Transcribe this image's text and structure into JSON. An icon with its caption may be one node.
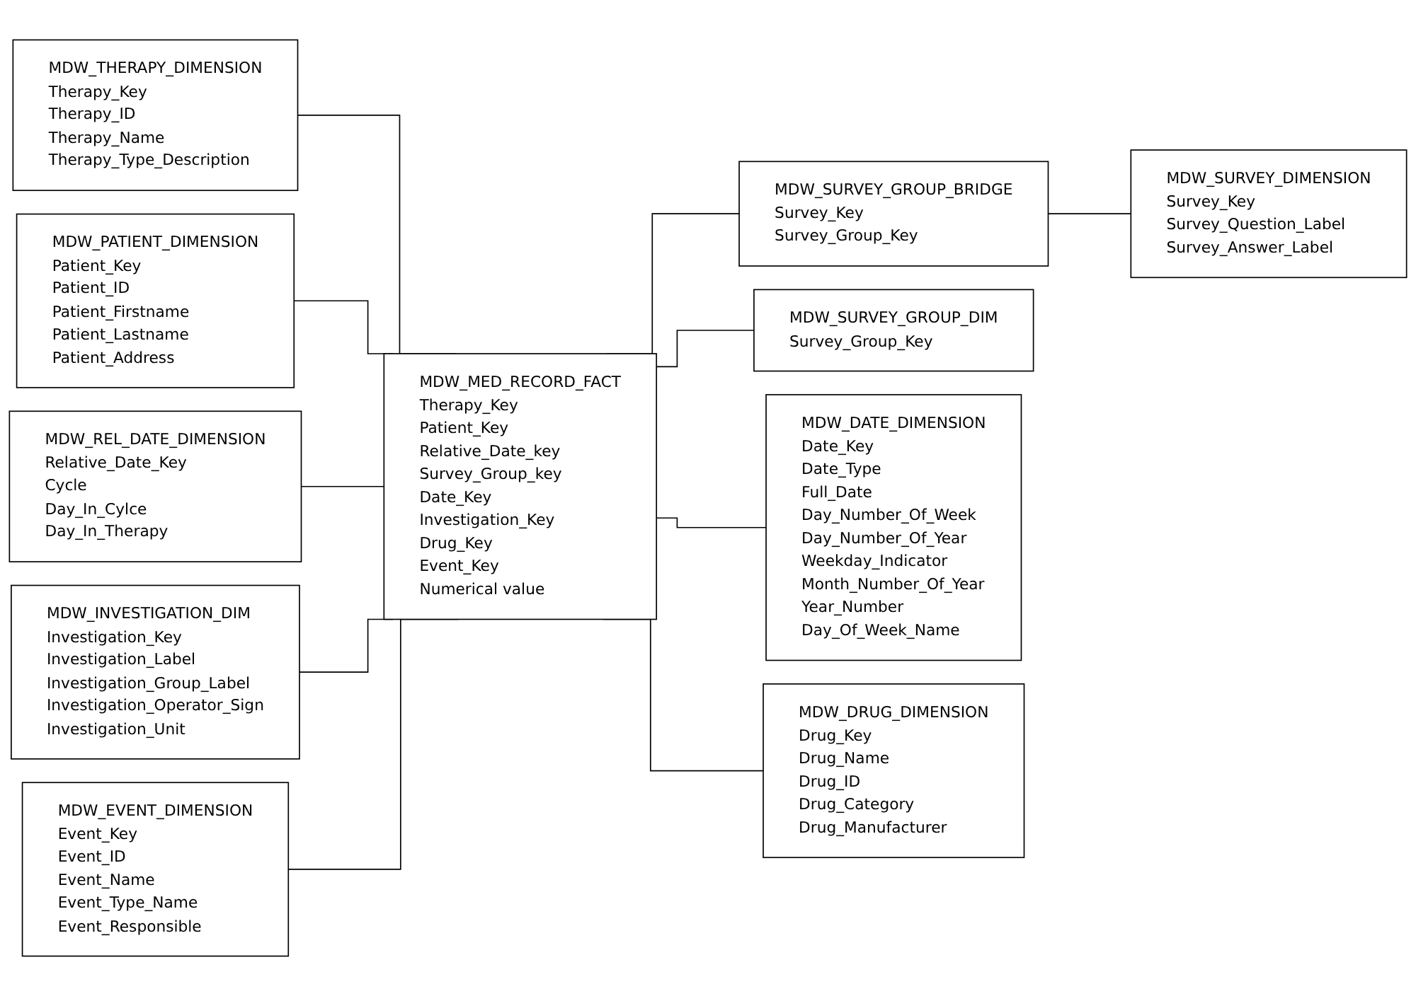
{
  "diagram": {
    "nodes": [
      {
        "text": [
          "MDW_THERAPY_DIMENSION",
          "Therapy_Key",
          "Therapy_ID",
          "Therapy_Name",
          "Therapy_Type_Description"
        ]
      },
      {
        "text": [
          "MDW_PATIENT_DIMENSION",
          "Patient_Key",
          "Patient_ID",
          "Patient_Firstname",
          "Patient_Lastname",
          "Patient_Address"
        ]
      },
      {
        "text": [
          "MDW_REL_DATE_DIMENSION",
          "Relative_Date_Key",
          "Cycle",
          "Day_In_Cylce",
          "Day_In_Therapy"
        ]
      },
      {
        "text": [
          "MDW_INVESTIGATION_DIM",
          "Investigation_Key",
          "Investigation_Label",
          "Investigation_Group_Label",
          "Investigation_Operator_Sign",
          "Investigation_Unit"
        ]
      },
      {
        "text": [
          "MDW_SURVEY_GROUP_BRIDGE",
          "Survey_Key",
          "Survey_Group_Key"
        ]
      },
      {
        "text": [
          "MDW_MED_RECORD_FACT",
          "Therapy_Key",
          "Patient_Key",
          "Relative_Date_key",
          "Survey_Group_key",
          "Date_Key",
          "Investigation_Key",
          "Drug_Key",
          "Event_Key",
          "Numerical value"
        ]
      },
      {
        "text": [
          "MDW_EVENT_DIMENSION",
          "Event_Key",
          "Event_ID",
          "Event_Name",
          "Event_Type_Name",
          "Event_Responsible"
        ]
      },
      {
        "text": [
          "MDW_SURVEY_DIMENSION",
          "Survey_Key",
          "Survey_Question_Label",
          "Survey_Answer_Label"
        ]
      },
      {
        "text": [
          "MDW_SURVEY_GROUP_DIM",
          "Survey_Group_Key"
        ]
      },
      {
        "text": [
          "MDW_DATE_DIMENSION",
          "Date_Key",
          "Date_Type",
          "Full_Date",
          "Day_Number_Of_Week",
          "Day_Number_Of_Year",
          "Weekday_Indicator",
          "Month_Number_Of_Year",
          "Year_Number",
          "Day_Of_Week_Name"
        ]
      },
      {
        "text": [
          "MDW_DRUG_DIMENSION",
          "Drug_Key",
          "Drug_Name",
          "Drug_ID",
          "Drug_Category",
          "Drug_Manufacturer"
        ]
      }
    ],
    "edges": [
      {
        "from": 0,
        "to": 5,
        "arrow": "none"
      },
      {
        "from": 1,
        "to": 5,
        "arrow": "none"
      },
      {
        "from": 2,
        "to": 5,
        "arrow": "none"
      },
      {
        "from": 3,
        "to": 5,
        "arrow": "none"
      },
      {
        "from": 6,
        "to": 5,
        "arrow": "none"
      },
      {
        "from": 5,
        "to": 4,
        "arrow": "none"
      },
      {
        "from": 5,
        "to": 8,
        "arrow": "none"
      },
      {
        "from": 4,
        "to": 7,
        "arrow": "none"
      },
      {
        "from": 5,
        "to": 9,
        "arrow": "none"
      },
      {
        "from": 5,
        "to": 10,
        "arrow": "none"
      }
    ]
  }
}
